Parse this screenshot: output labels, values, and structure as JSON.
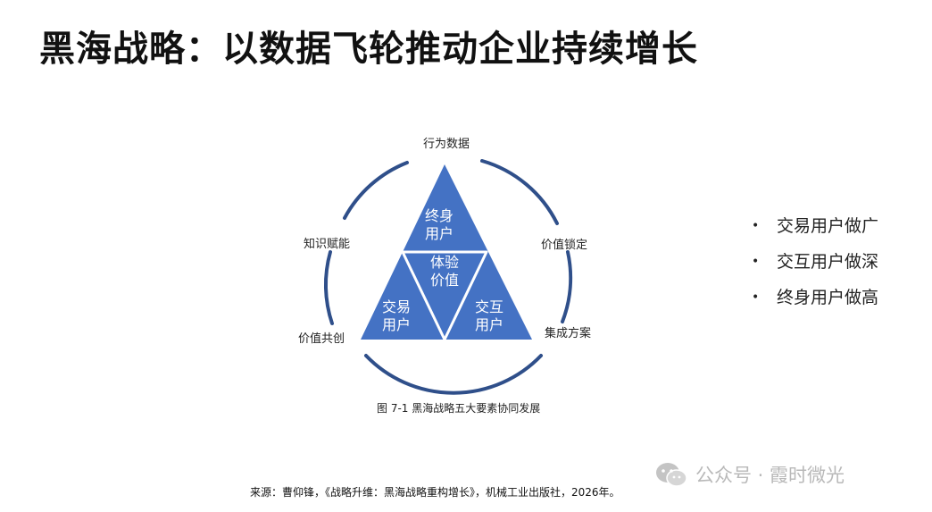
{
  "title": "黑海战略：以数据飞轮推动企业持续增长",
  "diagram": {
    "outer_labels": {
      "top": "行为数据",
      "right_top": "价值锁定",
      "right_bottom": "集成方案",
      "left_bottom": "价值共创",
      "left_top": "知识赋能"
    },
    "triangles": {
      "top": "终身用户",
      "center": "体验价值",
      "left": "交易用户",
      "right": "交互用户"
    },
    "colors": {
      "triangle_fill": "#4472c4",
      "ring_stroke": "#2f4f8a",
      "divider": "#ffffff"
    },
    "caption": "图 7-1  黑海战略五大要素协同发展"
  },
  "bullets": [
    "交易用户做广",
    "交互用户做深",
    "终身用户做高"
  ],
  "bullet_glyph": "•",
  "source": "来源：曹仰锋，《战略升维：黑海战略重构增长》，机械工业出版社，2026年。",
  "watermark": {
    "text": "公众号 · 霞时微光",
    "icon": "wechat-icon"
  }
}
